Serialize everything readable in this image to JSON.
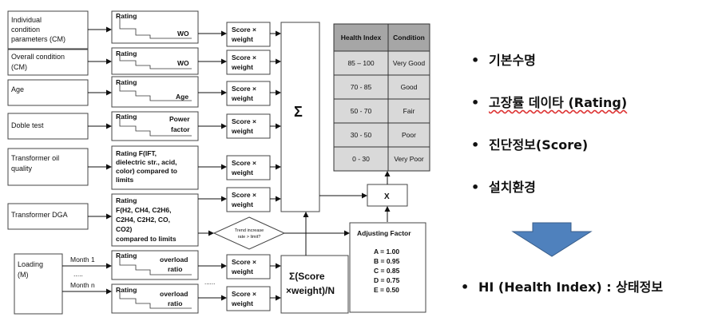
{
  "left_inputs": [
    {
      "line1": "Individual",
      "line2": "condition",
      "line3": "parameters (CM)"
    },
    {
      "line1": "Overall condition",
      "line2": "(CM)"
    },
    {
      "line1": "Age"
    },
    {
      "line1": "Doble test"
    },
    {
      "line1": "Transformer oil",
      "line2": "quality"
    },
    {
      "line1": "Transformer DGA"
    },
    {
      "line1": "Loading",
      "line2": "(M)"
    }
  ],
  "rating_boxes": [
    {
      "title": "Rating",
      "sub": "WO"
    },
    {
      "title": "Rating",
      "sub": "WO"
    },
    {
      "title": "Rating",
      "sub": "Age"
    },
    {
      "title": "Rating",
      "sub1": "Power",
      "sub2": "factor"
    },
    {
      "lines": [
        "Rating F(IFT,",
        "dielectric str., acid,",
        "color) compared to",
        "limits"
      ]
    },
    {
      "lines": [
        "Rating",
        "F(H2, CH4, C2H6,",
        "C2H4, C2H2, CO,",
        "CO2)",
        "compared to limits"
      ]
    },
    {
      "title": "Rating",
      "sub1": "overload",
      "sub2": "ratio"
    },
    {
      "title": "Rating",
      "sub1": "overload",
      "sub2": "ratio"
    }
  ],
  "score_label": {
    "line1": "Score ×",
    "line2": "weight"
  },
  "sum_symbol": "Σ",
  "sum_box2": {
    "line1": "Σ(Score",
    "line2": "×weight)/N"
  },
  "multiply_symbol": "X",
  "trend_diamond": {
    "line1": "Trend increase",
    "line2": "rate > limit?"
  },
  "adjusting_factor": {
    "title": "Adjusting Factor",
    "items": [
      "A = 1.00",
      "B = 0.95",
      "C = 0.85",
      "D = 0.75",
      "E = 0.50"
    ]
  },
  "loading_months": {
    "first": "Month 1",
    "dots": ".....",
    "last": "Month n",
    "ellipsis": "......"
  },
  "health_table": {
    "headers": [
      "Health Index",
      "Condition"
    ],
    "rows": [
      [
        "85 – 100",
        "Very Good"
      ],
      [
        "70 - 85",
        "Good"
      ],
      [
        "50 - 70",
        "Fair"
      ],
      [
        "30 - 50",
        "Poor"
      ],
      [
        "0 - 30",
        "Very Poor"
      ]
    ]
  },
  "bullets": {
    "dot": "•",
    "items": [
      "기본수명",
      "고장률 데이타 (Rating)",
      "진단정보(Score)",
      "설치환경"
    ],
    "hi": "HI (Health Index) : 상태정보"
  },
  "colors": {
    "arrow": "#4f81bd",
    "arrow_stroke": "#385d8a",
    "table_header": "#a6a6a6",
    "table_body": "#d9d9d9"
  }
}
